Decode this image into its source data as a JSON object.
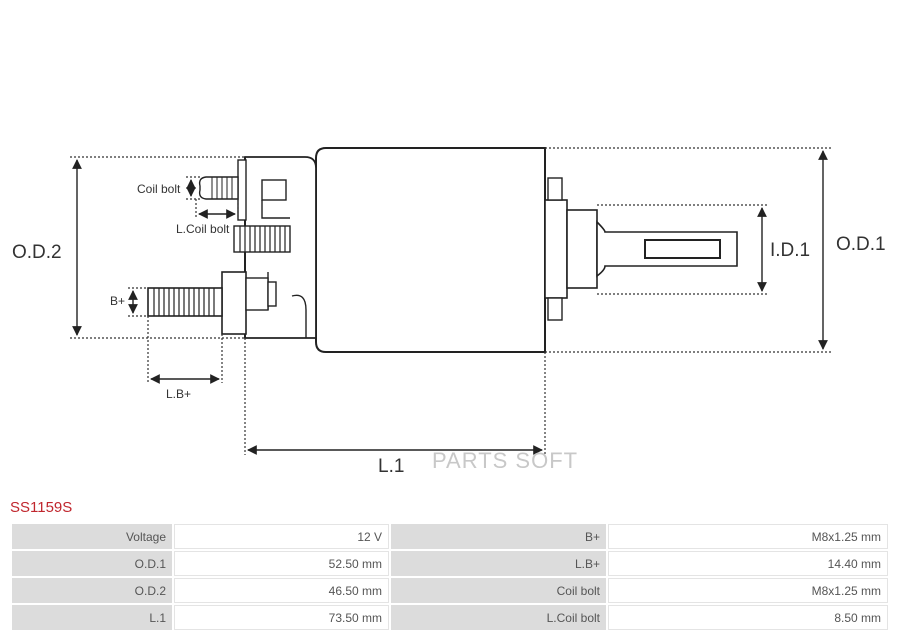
{
  "drawing": {
    "labels": {
      "od2": "O.D.2",
      "od1": "O.D.1",
      "id1": "I.D.1",
      "l1": "L.1",
      "coil_bolt": "Coil bolt",
      "l_coil_bolt": "L.Coil bolt",
      "b_plus": "B+",
      "l_b_plus": "L.B+"
    },
    "watermark": "PARTS SOFT"
  },
  "part_number": "SS1159S",
  "specs": [
    {
      "label": "Voltage",
      "value": "12 V",
      "label2": "B+",
      "value2": "M8x1.25 mm"
    },
    {
      "label": "O.D.1",
      "value": "52.50 mm",
      "label2": "L.B+",
      "value2": "14.40 mm"
    },
    {
      "label": "O.D.2",
      "value": "46.50 mm",
      "label2": "Coil bolt",
      "value2": "M8x1.25 mm"
    },
    {
      "label": "L.1",
      "value": "73.50 mm",
      "label2": "L.Coil bolt",
      "value2": "8.50 mm"
    }
  ]
}
